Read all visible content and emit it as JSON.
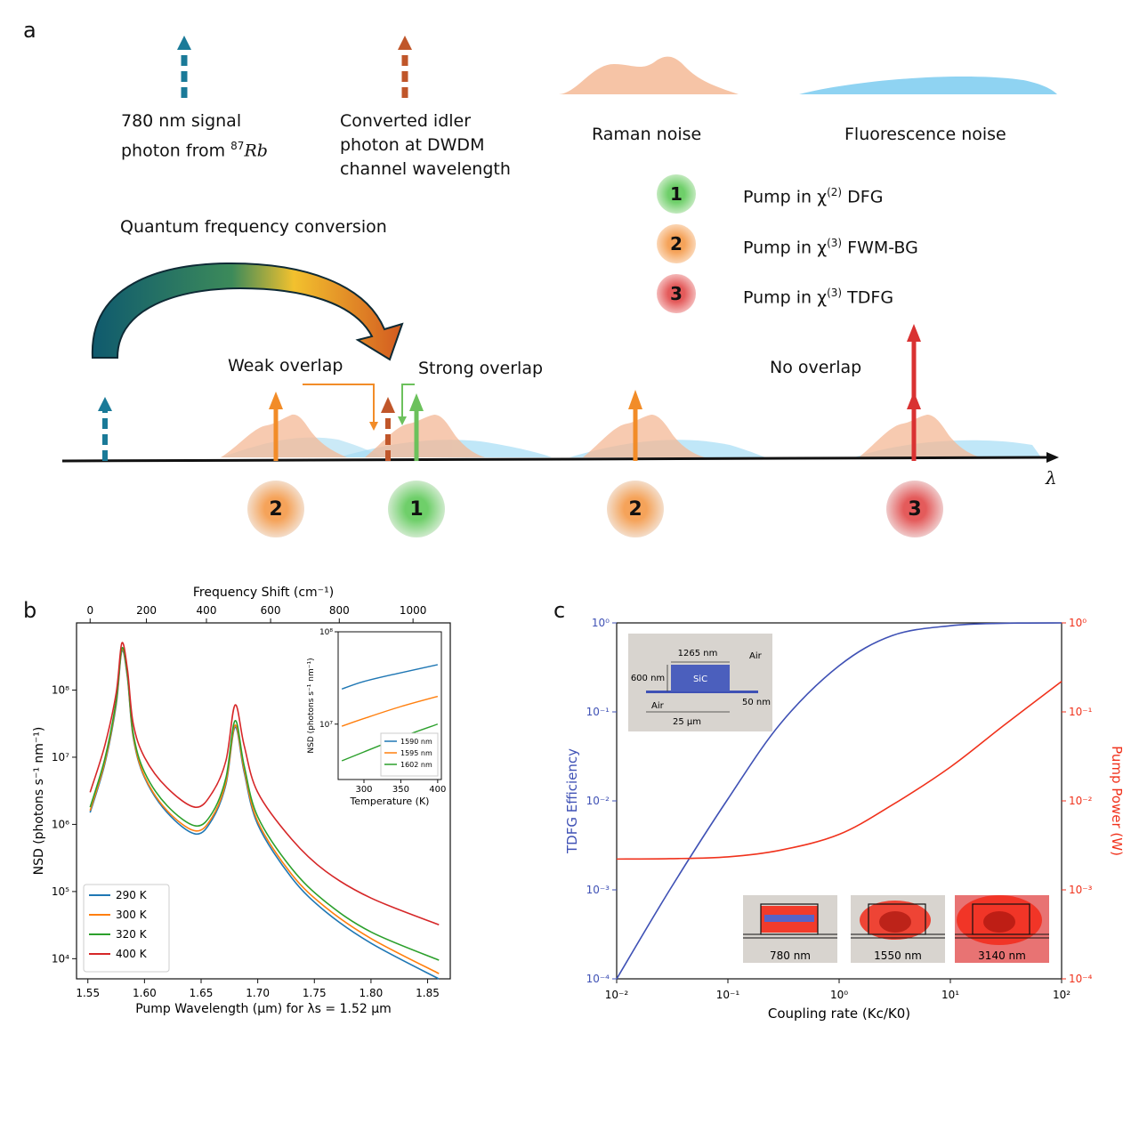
{
  "panel_a": {
    "letter": "a",
    "signal_label": "780 nm signal",
    "signal_label2": "photon from",
    "signal_iso": "87",
    "signal_elem": "Rb",
    "idler_label": [
      "Converted idler",
      "photon at DWDM",
      "channel wavelength"
    ],
    "raman_label": "Raman noise",
    "fluor_label": "Fluorescence noise",
    "qfc_label": "Quantum frequency conversion",
    "pump_legend": [
      {
        "num": "1",
        "pre": "Pump in χ",
        "sup": "(2)",
        "post": " DFG",
        "color": "#4caf50"
      },
      {
        "num": "2",
        "pre": "Pump in χ",
        "sup": "(3)",
        "post": " FWM-BG",
        "color": "#f28c28"
      },
      {
        "num": "3",
        "pre": "Pump in χ",
        "sup": "(3)",
        "post": " TDFG",
        "color": "#d32f2f"
      }
    ],
    "weak_overlap": "Weak overlap",
    "strong_overlap": "Strong overlap",
    "no_overlap": "No overlap",
    "lambda": "λ",
    "badges": [
      "2",
      "1",
      "2",
      "3"
    ]
  },
  "panel_b": {
    "letter": "b",
    "chart_data": {
      "type": "line",
      "xlabel": "Pump Wavelength (μm) for λs = 1.52 μm",
      "ylabel": "NSD (photons s⁻¹ nm⁻¹)",
      "top_xlabel": "Frequency Shift (cm⁻¹)",
      "x_ticks": [
        "1.55",
        "1.60",
        "1.65",
        "1.70",
        "1.75",
        "1.80",
        "1.85"
      ],
      "top_ticks": [
        "0",
        "200",
        "400",
        "600",
        "800",
        "1000"
      ],
      "y_ticks": [
        "10⁴",
        "10⁵",
        "10⁶",
        "10⁷",
        "10⁸"
      ],
      "xlim": [
        1.54,
        1.87
      ],
      "ylim_log10": [
        3.7,
        9.0
      ],
      "legend_position": "lower-left",
      "series": [
        {
          "name": "290 K",
          "color": "#1f77b4",
          "x": [
            1.552,
            1.565,
            1.575,
            1.58,
            1.585,
            1.59,
            1.6,
            1.62,
            1.645,
            1.66,
            1.672,
            1.68,
            1.688,
            1.7,
            1.73,
            1.76,
            1.8,
            1.86
          ],
          "y": [
            1500000.0,
            8000000.0,
            60000000.0,
            380000000.0,
            150000000.0,
            20000000.0,
            5000000.0,
            1500000.0,
            720000.0,
            1200000.0,
            4000000.0,
            28000000.0,
            6000000.0,
            1000000.0,
            160000.0,
            50000.0,
            17000.0,
            5000.0
          ]
        },
        {
          "name": "300 K",
          "color": "#ff7f0e",
          "x": [
            1.552,
            1.565,
            1.575,
            1.58,
            1.585,
            1.59,
            1.6,
            1.62,
            1.645,
            1.66,
            1.672,
            1.68,
            1.688,
            1.7,
            1.73,
            1.76,
            1.8,
            1.86
          ],
          "y": [
            1600000.0,
            8500000.0,
            65000000.0,
            400000000.0,
            160000000.0,
            21000000.0,
            5200000.0,
            1600000.0,
            800000.0,
            1300000.0,
            4300000.0,
            30000000.0,
            6500000.0,
            1100000.0,
            180000.0,
            58000.0,
            20000.0,
            6000.0
          ]
        },
        {
          "name": "320 K",
          "color": "#2ca02c",
          "x": [
            1.552,
            1.565,
            1.575,
            1.58,
            1.585,
            1.59,
            1.6,
            1.62,
            1.645,
            1.66,
            1.672,
            1.68,
            1.688,
            1.7,
            1.73,
            1.76,
            1.8,
            1.86
          ],
          "y": [
            1800000.0,
            9500000.0,
            70000000.0,
            420000000.0,
            170000000.0,
            23000000.0,
            6000000.0,
            1900000.0,
            950000.0,
            1500000.0,
            5000000.0,
            35000000.0,
            7500000.0,
            1300000.0,
            220000.0,
            70000.0,
            25000.0,
            9500.0
          ]
        },
        {
          "name": "400 K",
          "color": "#d62728",
          "x": [
            1.552,
            1.565,
            1.575,
            1.58,
            1.585,
            1.59,
            1.6,
            1.62,
            1.645,
            1.66,
            1.672,
            1.68,
            1.688,
            1.7,
            1.73,
            1.76,
            1.8,
            1.86
          ],
          "y": [
            3000000.0,
            15000000.0,
            90000000.0,
            500000000.0,
            200000000.0,
            32000000.0,
            10000000.0,
            3500000.0,
            1800000.0,
            3000000.0,
            9000000.0,
            60000000.0,
            15000000.0,
            3000000.0,
            600000.0,
            200000.0,
            80000.0,
            32000.0
          ]
        }
      ],
      "inset": {
        "xlabel": "Temperature (K)",
        "ylabel": "NSD (photons s⁻¹ nm⁻¹)",
        "x_ticks": [
          "300",
          "350",
          "400"
        ],
        "y_ticks": [
          "10⁷",
          "10⁸"
        ],
        "xlim": [
          265,
          405
        ],
        "ylim_log10": [
          6.4,
          8.0
        ],
        "legend_position": "lower-right",
        "series": [
          {
            "name": "1590 nm",
            "color": "#1f77b4",
            "x": [
              270,
              300,
              350,
              400
            ],
            "y": [
              24000000.0,
              29000000.0,
              36000000.0,
              44000000.0
            ]
          },
          {
            "name": "1595 nm",
            "color": "#ff7f0e",
            "x": [
              270,
              300,
              350,
              400
            ],
            "y": [
              9500000.0,
              11500000.0,
              15500000.0,
              20000000.0
            ]
          },
          {
            "name": "1602 nm",
            "color": "#2ca02c",
            "x": [
              270,
              300,
              350,
              400
            ],
            "y": [
              4000000.0,
              5000000.0,
              7200000.0,
              10000000.0
            ]
          }
        ]
      }
    }
  },
  "panel_c": {
    "letter": "c",
    "chart_data": {
      "type": "line",
      "xlabel": "Coupling rate (Kc/K0)",
      "ylabel_left": "TDFG Efficiency",
      "ylabel_right": "Pump Power (W)",
      "x_ticks": [
        "10⁻²",
        "10⁻¹",
        "10⁰",
        "10¹",
        "10²"
      ],
      "y_ticks_left": [
        "10⁻⁴",
        "10⁻³",
        "10⁻²",
        "10⁻¹",
        "10⁰"
      ],
      "y_ticks_right": [
        "10⁻⁴",
        "10⁻³",
        "10⁻²",
        "10⁻¹",
        "10⁰"
      ],
      "xlim_log10": [
        -2,
        2
      ],
      "ylim_log10": [
        -4,
        0
      ],
      "series": [
        {
          "name": "TDFG Efficiency",
          "color": "#3f51b5",
          "axis": "left",
          "x": [
            0.01,
            0.03,
            0.1,
            0.3,
            1,
            3,
            10,
            30,
            100
          ],
          "y": [
            0.0001,
            0.001,
            0.0105,
            0.075,
            0.33,
            0.72,
            0.93,
            0.99,
            1.0
          ]
        },
        {
          "name": "Pump Power",
          "color": "#f0321c",
          "axis": "right",
          "x": [
            0.01,
            0.03,
            0.1,
            0.3,
            1,
            3,
            10,
            30,
            100
          ],
          "y": [
            0.00222,
            0.00224,
            0.00235,
            0.0028,
            0.0042,
            0.009,
            0.024,
            0.07,
            0.22
          ]
        }
      ],
      "inset_schematic": {
        "width_label": "1265 nm",
        "height_label": "600 nm",
        "core_label": "SiC",
        "top_cladding": "Air",
        "bottom_cladding": "Air",
        "slab_label": "50 nm",
        "length_label": "25 μm"
      },
      "mode_labels": [
        "780 nm",
        "1550 nm",
        "3140 nm"
      ]
    }
  }
}
